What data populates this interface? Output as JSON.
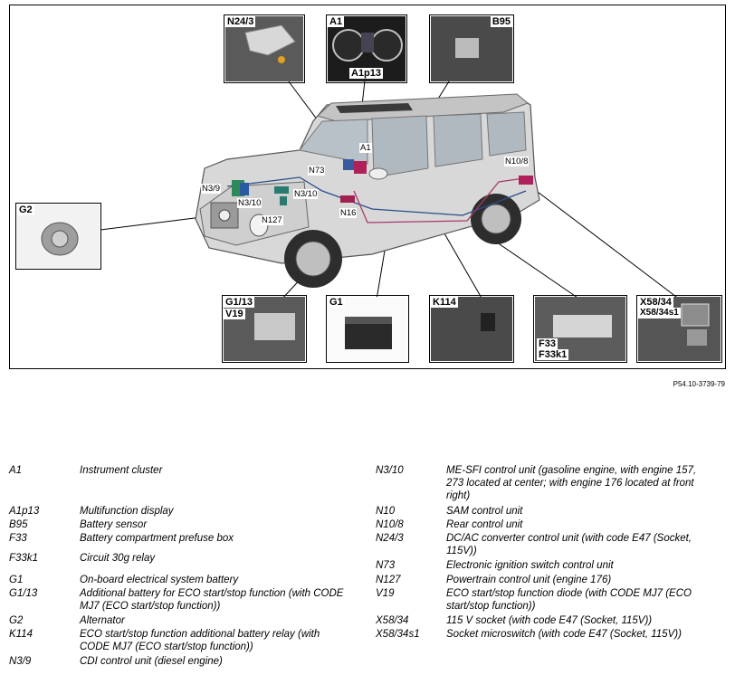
{
  "callouts": {
    "a1": "A1",
    "n73": "N73",
    "n3_9": "N3/9",
    "n3_10_a": "N3/10",
    "n3_10_b": "N3/10",
    "n127": "N127",
    "n16": "N16",
    "n10_8": "N10/8"
  },
  "thumbs": {
    "n24_3": "N24/3",
    "a1": "A1",
    "a1p13": "A1p13",
    "b95": "B95",
    "g2": "G2",
    "g1_13": "G1/13",
    "v19": "V19",
    "g1": "G1",
    "k114": "K114",
    "f33": "F33",
    "f33k1": "F33k1",
    "x58_34": "X58/34",
    "x58_34s1": "X58/34s1"
  },
  "reference": "P54.10-3739-79",
  "legend_left": [
    {
      "code": "A1",
      "desc": "Instrument cluster"
    },
    {
      "code": "A1p13",
      "desc": "Multifunction display"
    },
    {
      "code": "B95",
      "desc": "Battery sensor"
    },
    {
      "code": "F33",
      "desc": "Battery compartment prefuse box"
    },
    {
      "code": "F33k1",
      "desc": "Circuit 30g relay"
    },
    {
      "code": "G1",
      "desc": "On-board electrical system battery"
    },
    {
      "code": "G1/13",
      "desc": "Additional battery for ECO start/stop function (with CODE MJ7 (ECO start/stop function))"
    },
    {
      "code": "G2",
      "desc": "Alternator"
    },
    {
      "code": "K114",
      "desc": "ECO start/stop function additional battery relay (with CODE MJ7 (ECO start/stop function))"
    },
    {
      "code": "N3/9",
      "desc": "CDI control unit (diesel engine)"
    }
  ],
  "legend_right": [
    {
      "code": "N3/10",
      "desc": "ME-SFI control unit (gasoline engine, with engine 157, 273 located at center; with engine 176 located at front right)"
    },
    {
      "code": "N10",
      "desc": "SAM control unit"
    },
    {
      "code": "N10/8",
      "desc": "Rear control unit"
    },
    {
      "code": "N24/3",
      "desc": "DC/AC converter control unit (with code E47 (Socket, 115V))"
    },
    {
      "code": "N73",
      "desc": "Electronic ignition switch control unit"
    },
    {
      "code": "N127",
      "desc": "Powertrain control unit (engine 176)"
    },
    {
      "code": "V19",
      "desc": "ECO start/stop function diode (with CODE MJ7 (ECO start/stop function))"
    },
    {
      "code": "X58/34",
      "desc": "115 V socket (with code E47 (Socket, 115V))"
    },
    {
      "code": "X58/34s1",
      "desc": "Socket microswitch (with code E47 (Socket, 115V))"
    }
  ]
}
